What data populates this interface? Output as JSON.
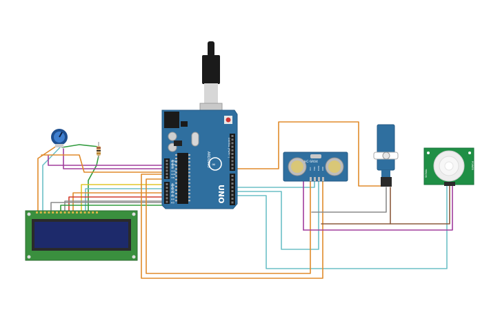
{
  "arduino": {
    "brand_label": "UNO",
    "maker_label": "ARDUINO",
    "digital_header_label": "DIGITAL (PWM~)",
    "power_pin_labels": [
      "IOREF",
      "RESET",
      "3.3V",
      "5V",
      "GND",
      "GND",
      "VIN"
    ],
    "analog_pin_labels": [
      "A0",
      "A1",
      "A2",
      "A3",
      "A4",
      "A5"
    ],
    "power_header_label": "POWER",
    "analog_header_label": "ANALOG IN"
  },
  "ultrasonic_sensor": {
    "model_label": "HC-SR04",
    "pin_labels": [
      "VCC",
      "TRIG",
      "ECHO",
      "GND"
    ]
  },
  "pir_sensor": {
    "side_label_left": "SIGNAL",
    "side_label_right": "POWER"
  },
  "colors": {
    "arduino_board": "#2f6f9f",
    "lcd_board": "#3a8f3e",
    "lcd_screen": "#1d2a6b",
    "pir_board": "#1f8f45",
    "servo_body": "#2f6f9f",
    "wire_orange": "#e08a2a",
    "wire_purple": "#a03c9c",
    "wire_green": "#2f9a3c",
    "wire_teal": "#6bbfc6",
    "wire_gray": "#8a8a8a",
    "wire_brown": "#8b5a3c",
    "wire_yellow": "#e2c62a",
    "wire_red": "#d23b2b"
  }
}
